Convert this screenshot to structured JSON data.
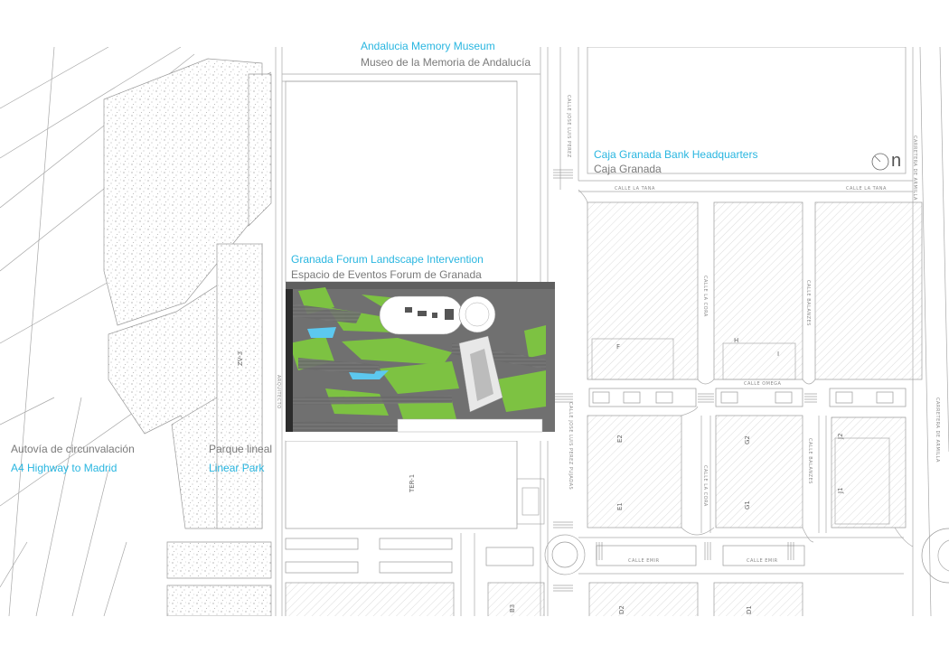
{
  "labels": {
    "museum_en": "Andalucia Memory Museum",
    "museum_es": "Museo de la Memoria de Andalucía",
    "bank_en": "Caja Granada Bank Headquarters",
    "bank_es": "Caja Granada",
    "forum_en": "Granada Forum Landscape Intervention",
    "forum_es": "Espacio de Eventos Forum de Granada",
    "highway_es": "Autovía de circunvalación",
    "highway_en": "A4 Highway to Madrid",
    "park_es": "Parque lineal",
    "park_en": "Linear Park",
    "north": "n"
  },
  "streets": {
    "jose_luis_perez": "CALLE JOSE LUIS PEREZ",
    "jose_luis_perez_pujol": "CALLE JOSE LUIS PEREZ PUJADAS",
    "la_tana_1": "CALLE LA TANA",
    "la_tana_2": "CALLE LA TANA",
    "la_cora": "CALLE LA CORA",
    "balanzes": "CALLE BALANZES",
    "omega": "CALLE OMEGA",
    "emir_1": "CALLE EMIR",
    "emir_2": "CALLE EMIR",
    "arquitecto": "ARQUITECTO",
    "carretera": "CARRETERA DE ARMILLA",
    "carretera2": "CARRETERA DE ARMILLA"
  },
  "blocks": {
    "zv3": "ZV-3",
    "ter1": "TER-1",
    "f": "F",
    "h": "H",
    "i": "I",
    "e2": "E2",
    "e1": "E1",
    "g2": "G2",
    "g1": "G1",
    "j2": "J2",
    "j1": "J1",
    "b3": "B3",
    "d2": "D2",
    "d1": "D1"
  },
  "colors": {
    "label_en": "#29b6e0",
    "label_es": "#7a7a7a",
    "line": "#9a9a9a",
    "park_fill": "#ececec",
    "hatch": "#bfbfbf",
    "green": "#7dc242",
    "water": "#5cc8ef",
    "paving": "#6b6b6b"
  }
}
